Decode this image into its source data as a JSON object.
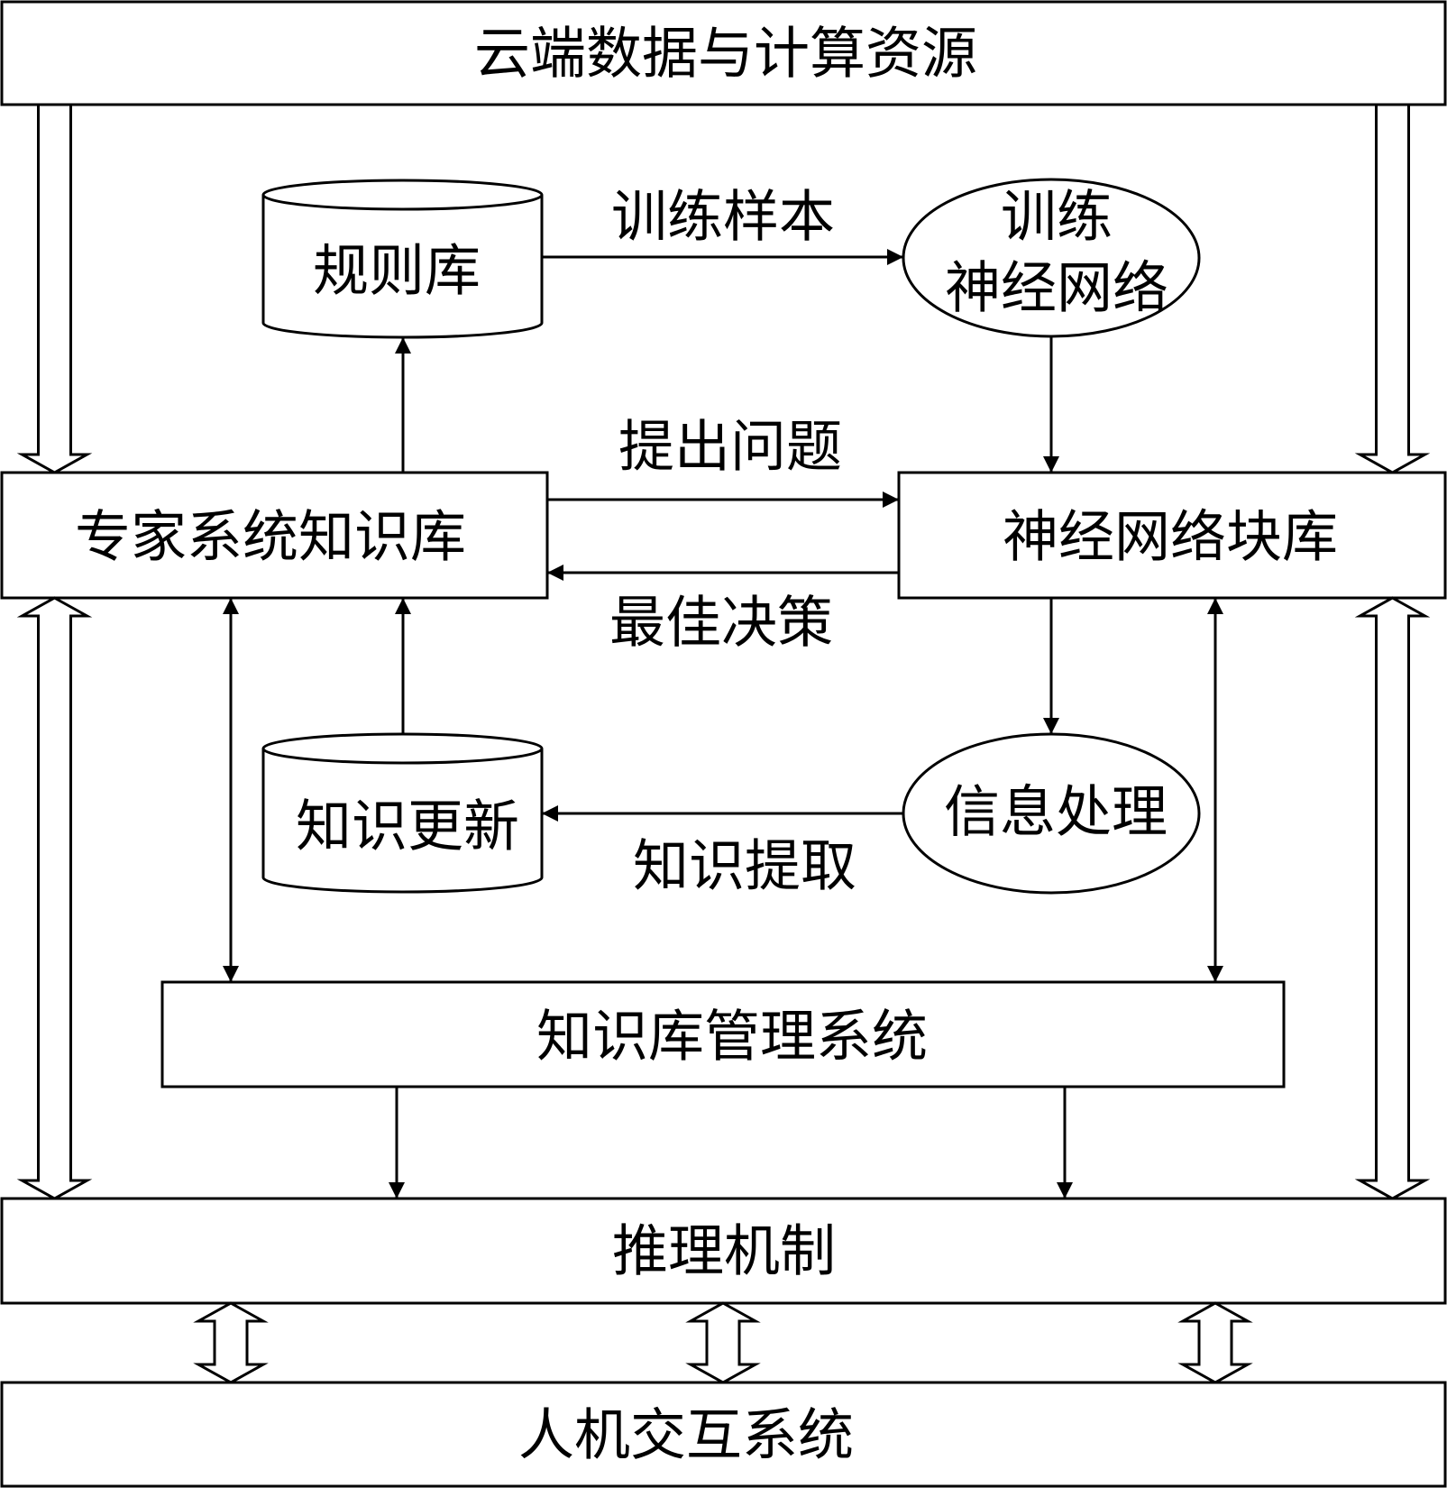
{
  "nodes": {
    "cloud": "云端数据与计算资源",
    "rule_base": "规则库",
    "train_nn_line1": "训练",
    "train_nn_line2": "神经网络",
    "expert_kb": "专家系统知识库",
    "nn_block_base": "神经网络块库",
    "knowledge_update": "知识更新",
    "info_processing": "信息处理",
    "kb_management": "知识库管理系统",
    "inference": "推理机制",
    "hci": "人机交互系统"
  },
  "edges": {
    "training_samples": "训练样本",
    "pose_question": "提出问题",
    "best_decision": "最佳决策",
    "knowledge_extraction": "知识提取"
  }
}
